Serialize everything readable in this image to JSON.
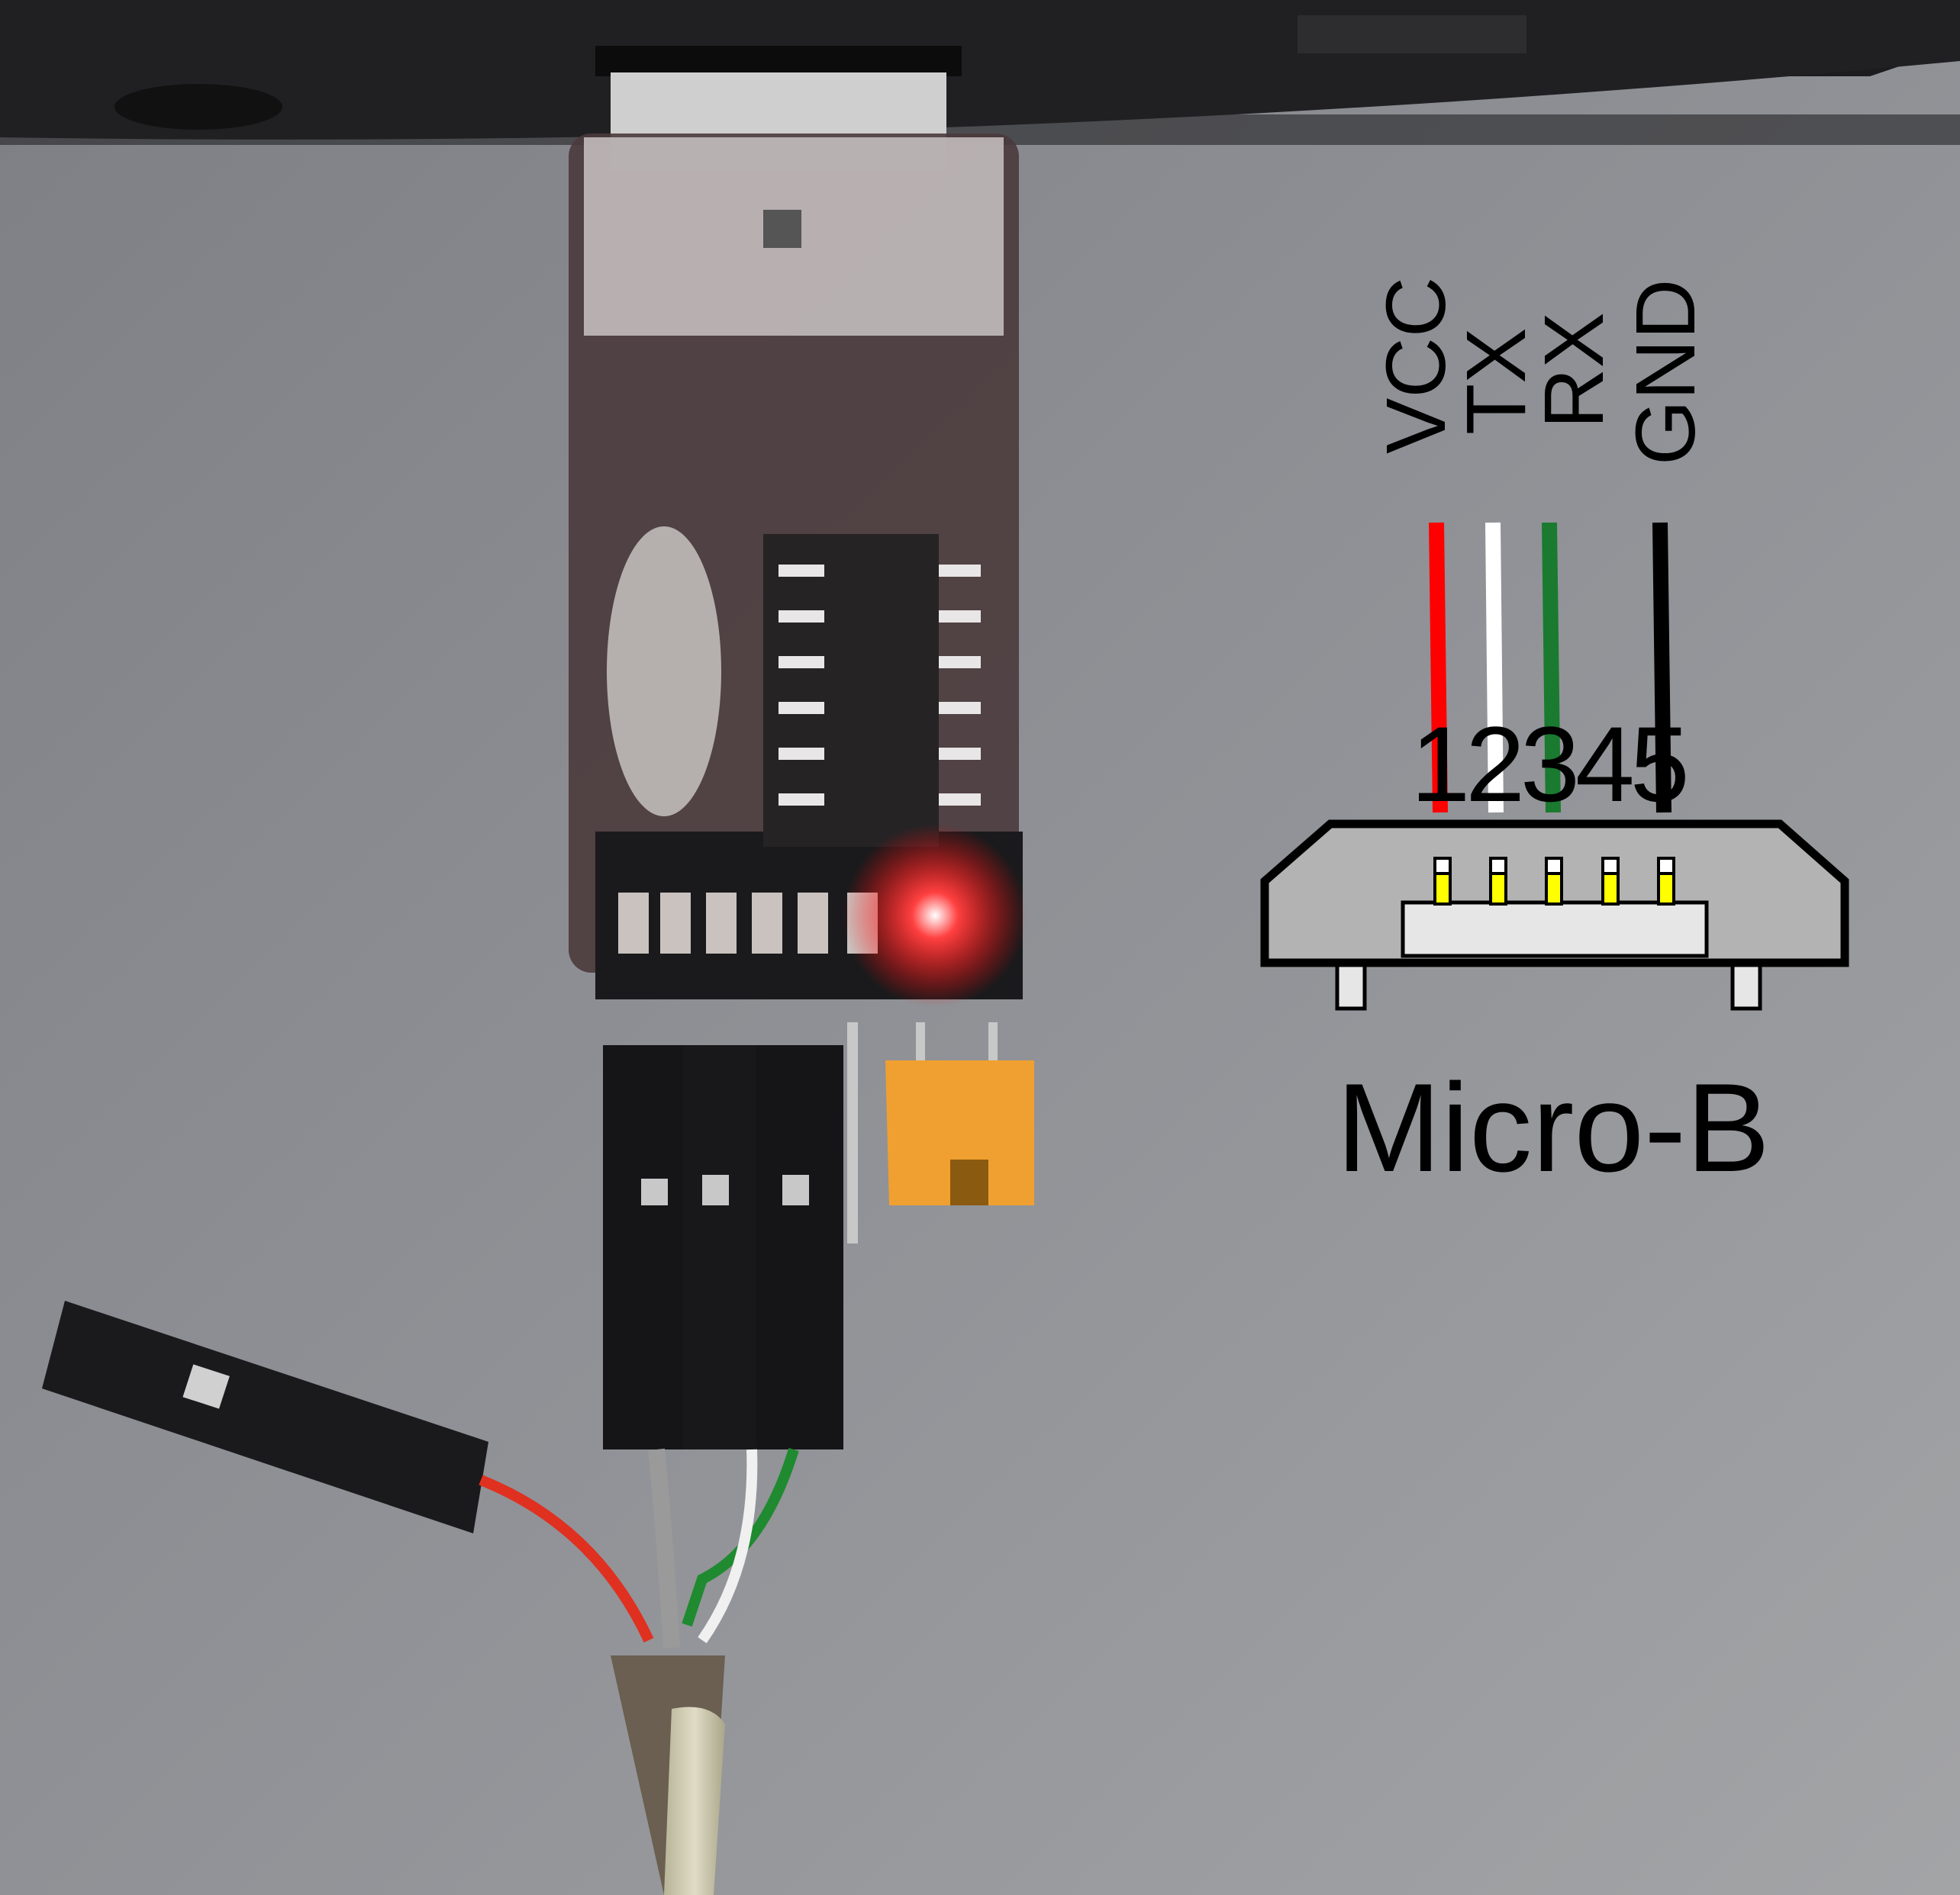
{
  "diagram": {
    "title": "Micro-B",
    "pin_numbers": "12345",
    "signals": [
      {
        "label": "VCC",
        "pin": 1,
        "wire_color": "#ff0000"
      },
      {
        "label": "TX",
        "pin": 2,
        "wire_color": "#ffffff"
      },
      {
        "label": "RX",
        "pin": 3,
        "wire_color": "#1a7a30"
      },
      {
        "label": "GND",
        "pin": 5,
        "wire_color": "#000000"
      }
    ],
    "contact_color": "#ffff00",
    "connector_fill": "#b3b3b3"
  },
  "photo": {
    "led_color": "#ff2020",
    "jumper_color": "#f0a030",
    "cable_wire_colors": [
      "#e03020",
      "#1f8a30",
      "#f0f0f0"
    ]
  }
}
